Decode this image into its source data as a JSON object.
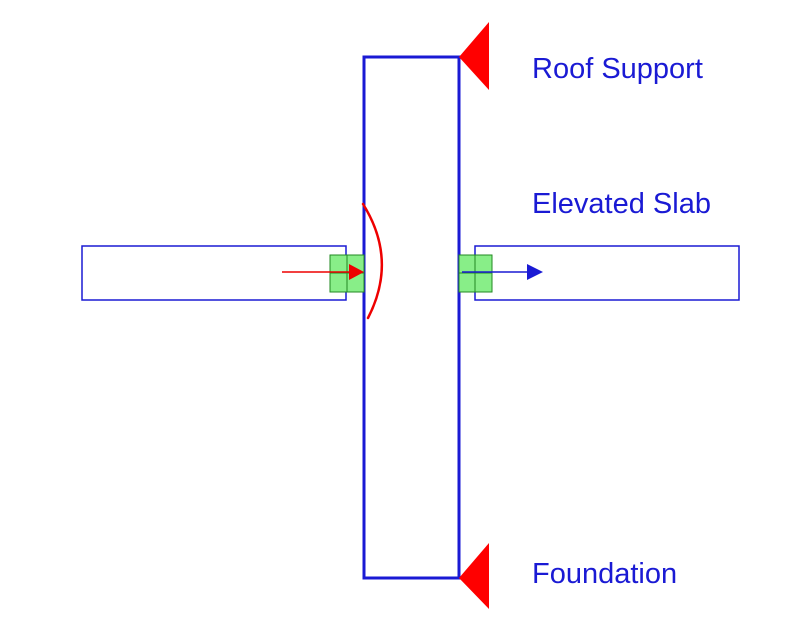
{
  "labels": {
    "roof_support": "Roof Support",
    "elevated_slab": "Elevated Slab",
    "foundation": "Foundation"
  },
  "colors": {
    "structure": "#1a1ad4",
    "label_text": "#1a1ad4",
    "support": "#ff0000",
    "connection_fill": "#88ee88",
    "connection_stroke": "#228822",
    "inward_arrow": "#ee0000",
    "outward_arrow": "#1a1ad4",
    "deflection_curve": "#ee0000"
  }
}
